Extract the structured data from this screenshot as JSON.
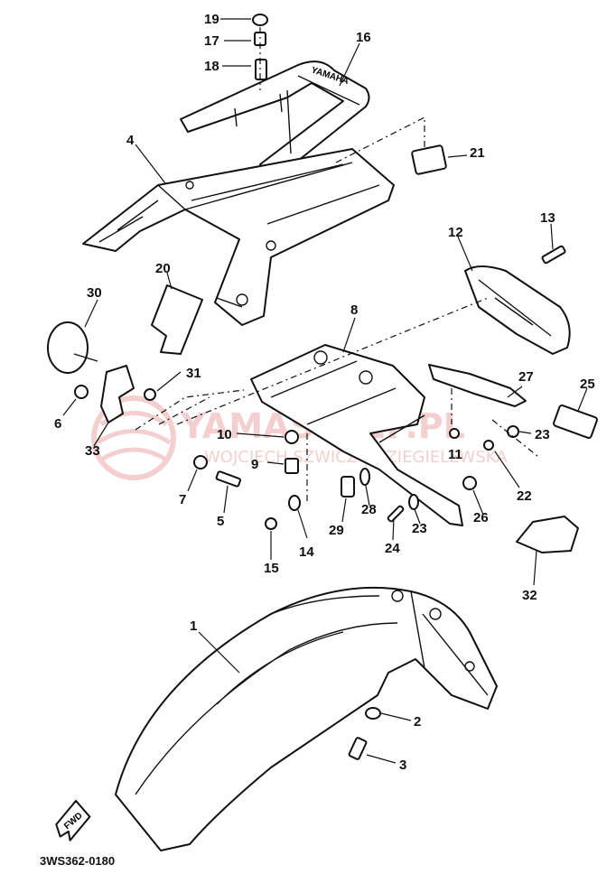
{
  "diagram": {
    "drawing_code": "3WS362-0180",
    "fwd_label": "FWD",
    "watermark": {
      "brand": "YAMASKLEP.PL",
      "subtitle": "WOJCIECH SZWICZ | DZIEGIELEWSKA"
    },
    "callouts": [
      {
        "n": "1"
      },
      {
        "n": "2"
      },
      {
        "n": "3"
      },
      {
        "n": "4"
      },
      {
        "n": "5"
      },
      {
        "n": "6"
      },
      {
        "n": "7"
      },
      {
        "n": "8"
      },
      {
        "n": "9"
      },
      {
        "n": "10"
      },
      {
        "n": "11"
      },
      {
        "n": "12"
      },
      {
        "n": "13"
      },
      {
        "n": "14"
      },
      {
        "n": "15"
      },
      {
        "n": "16"
      },
      {
        "n": "17"
      },
      {
        "n": "18"
      },
      {
        "n": "19"
      },
      {
        "n": "20"
      },
      {
        "n": "21"
      },
      {
        "n": "22"
      },
      {
        "n": "23"
      },
      {
        "n": "23"
      },
      {
        "n": "24"
      },
      {
        "n": "25"
      },
      {
        "n": "26"
      },
      {
        "n": "27"
      },
      {
        "n": "28"
      },
      {
        "n": "29"
      },
      {
        "n": "30"
      },
      {
        "n": "31"
      },
      {
        "n": "32"
      },
      {
        "n": "33"
      }
    ]
  }
}
